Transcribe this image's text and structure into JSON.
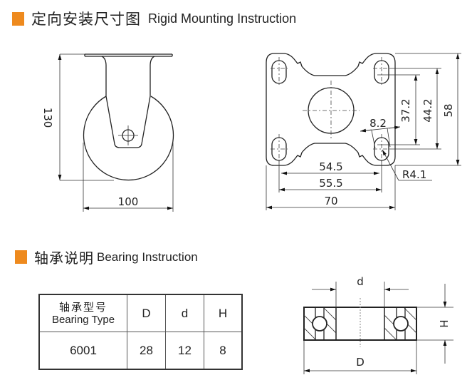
{
  "sections": {
    "mounting": {
      "title_cn": "定向安装尺寸图",
      "title_en": "Rigid Mounting Instruction"
    },
    "bearing": {
      "title_cn": "轴承说明",
      "title_en": "Bearing Instruction"
    }
  },
  "colors": {
    "accent": "#ee8a1e",
    "line": "#222222"
  },
  "caster_drawing": {
    "height_label": "130",
    "width_label": "100"
  },
  "plate_drawing": {
    "dim_inner_width": "54.5",
    "dim_hole_width": "55.5",
    "dim_overall_width": "70",
    "dim_inner_height": "37.2",
    "dim_hole_height": "44.2",
    "dim_overall_height": "58",
    "dim_slot": "8.2",
    "dim_radius": "R4.1"
  },
  "bearing_drawing": {
    "inner_label": "d",
    "outer_label": "D",
    "height_label": "H"
  },
  "bearing_table": {
    "header_cn": "轴承型号",
    "header_en": "Bearing Type",
    "columns": [
      "D",
      "d",
      "H"
    ],
    "rows": [
      {
        "type": "6001",
        "D": "28",
        "d": "12",
        "H": "8"
      }
    ]
  }
}
